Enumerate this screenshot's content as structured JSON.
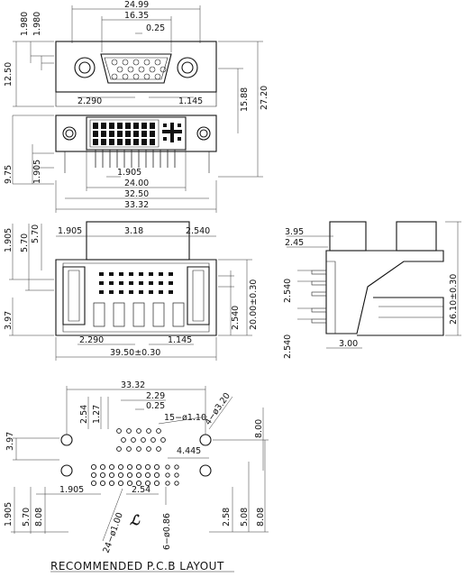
{
  "top_view": {
    "w1": "24.99",
    "w2": "16.35",
    "w3": "0.25",
    "left1": "12.50",
    "left2": "1.980",
    "left3": "1.980",
    "mid_left": "2.290",
    "mid_right": "1.145",
    "right1": "15.88",
    "right2": "27.20"
  },
  "front_view": {
    "left1": "9.75",
    "left2": "1.905",
    "b1": "1.905",
    "b2": "24.00",
    "b3": "32.50",
    "b4": "33.32"
  },
  "rear_view": {
    "t1": "1.905",
    "t2": "3.18",
    "t3": "2.540",
    "l1": "1.905",
    "l2": "5.70",
    "l3": "3.97",
    "r1": "2.540",
    "r2": "20.00±0.30",
    "b1": "2.290",
    "b2": "1.145",
    "b3": "39.50±0.30"
  },
  "side_view": {
    "t1": "3.95",
    "t2": "2.45",
    "l1": "2.540",
    "l2": "2.540",
    "r1": "26.10±0.30",
    "b1": "3.00"
  },
  "pcb_layout": {
    "top": "33.32",
    "d1": "2.54",
    "d2": "1.27",
    "d3": "2.29",
    "d4": "0.25",
    "holes15": "15−ø1.10",
    "holes4": "4−ø3.20",
    "r1": "8.00",
    "r2": "4.445",
    "l1": "3.97",
    "b1": "1.905",
    "b2": "2.54",
    "bl1": "1.905",
    "bl2": "5.70",
    "bl3": "8.08",
    "br1": "2.58",
    "br2": "5.08",
    "br3": "8.08",
    "holes24": "24−ø1.00",
    "holes6": "6−ø0.86",
    "cl": "ℒ"
  },
  "caption": "RECOMMENDED  P.C.B  LAYOUT"
}
